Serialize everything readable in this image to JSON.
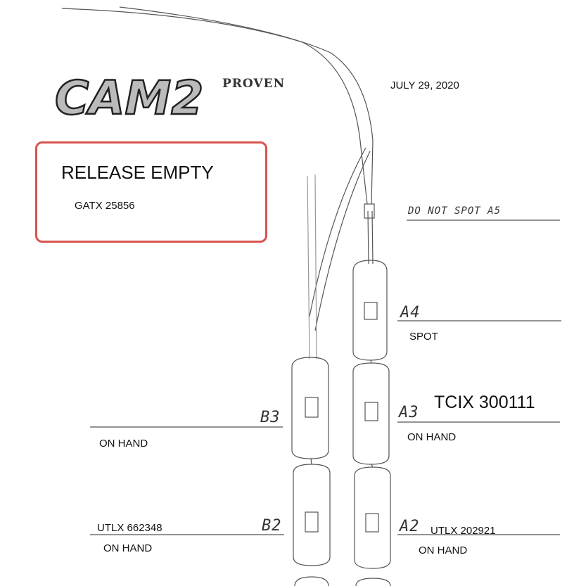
{
  "logo": {
    "brand": "CAM2",
    "tagline": "PROVEN"
  },
  "date": "JULY 29, 2020",
  "callout": {
    "title": "RELEASE EMPTY",
    "car": "GATX 25856"
  },
  "note": "DO NOT SPOT A5",
  "tracks": {
    "a4": {
      "label": "A4",
      "status": "SPOT"
    },
    "a3": {
      "label": "A3",
      "car": "TCIX 300111",
      "status": "ON HAND"
    },
    "a2": {
      "label": "A2",
      "car": "UTLX 202921",
      "status": "ON HAND"
    },
    "b3": {
      "label": "B3",
      "status": "ON HAND"
    },
    "b2": {
      "label": "B2",
      "car": "UTLX 662348",
      "status": "ON HAND"
    }
  },
  "colors": {
    "callout_border": "#d9534f",
    "ink": "#333333"
  }
}
